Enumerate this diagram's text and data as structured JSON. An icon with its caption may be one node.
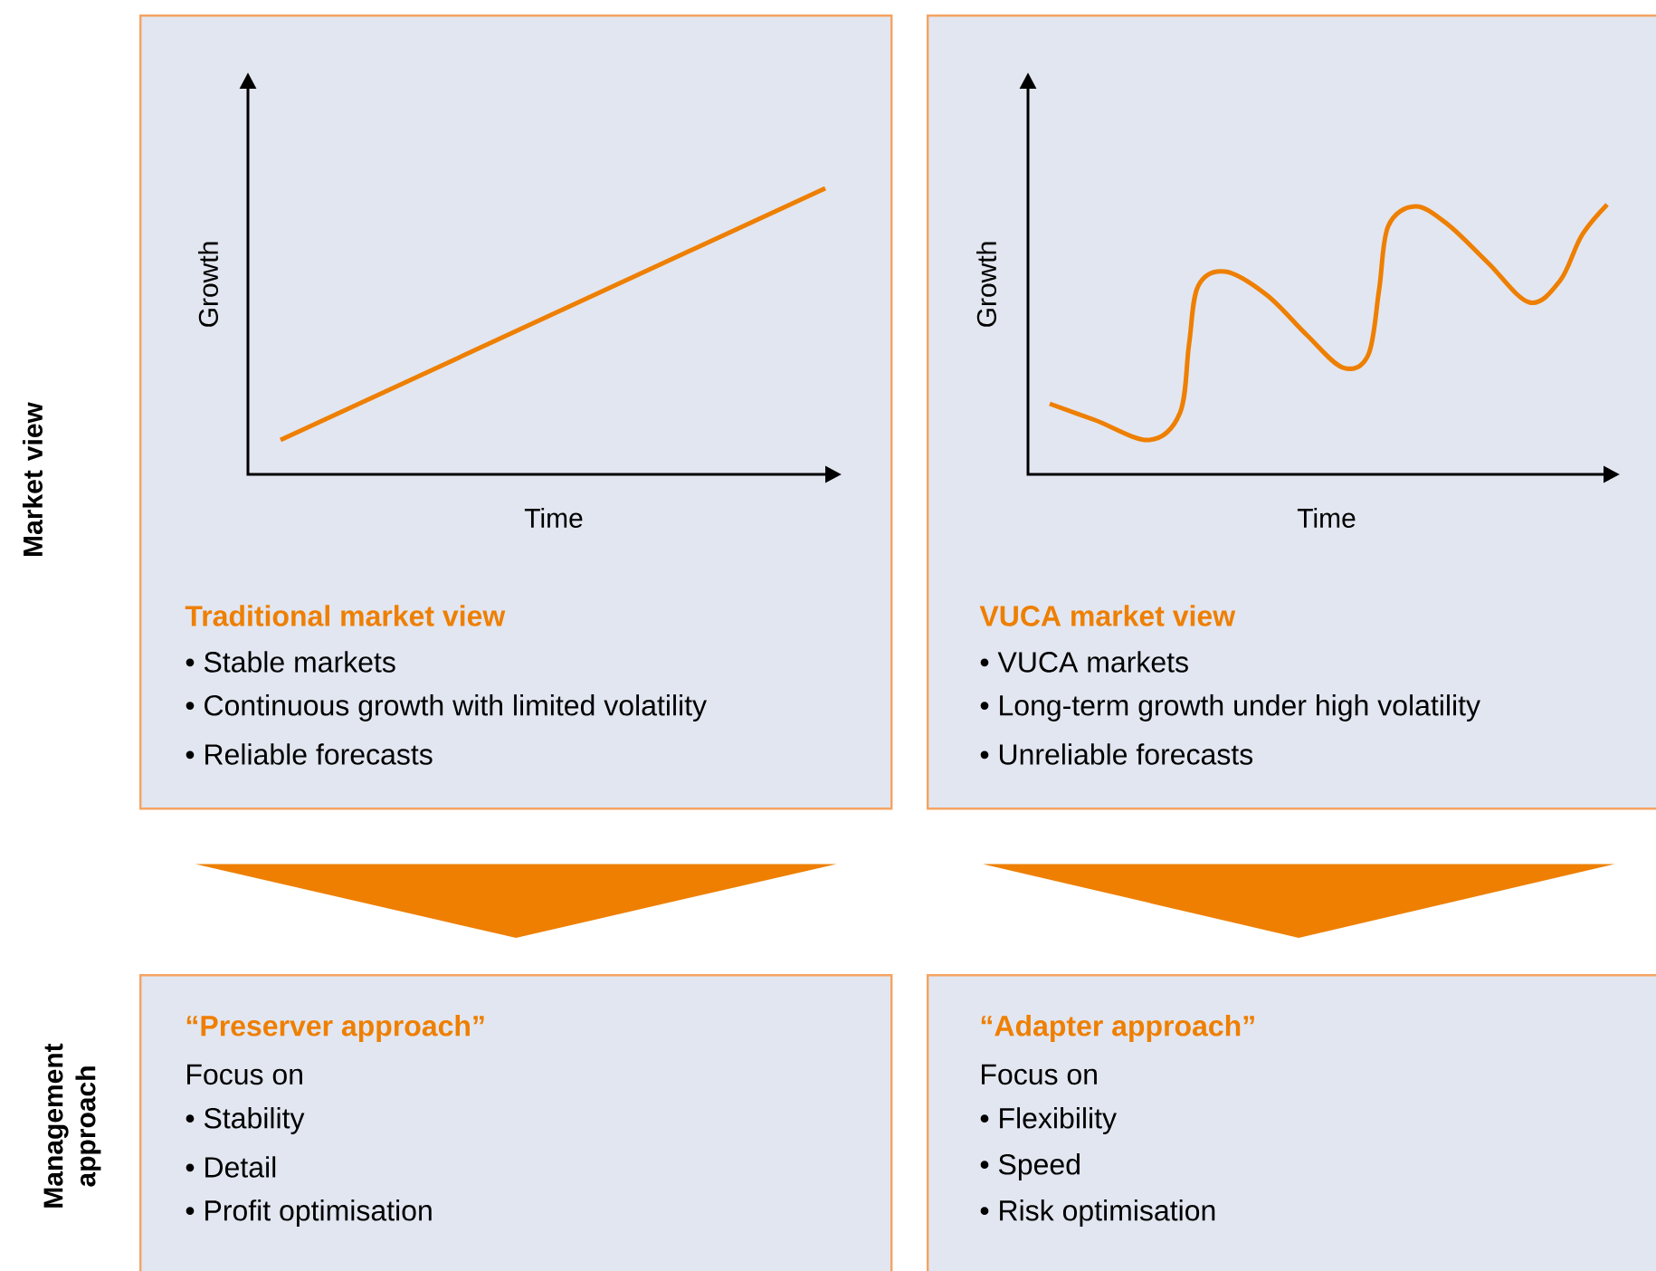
{
  "diagram": {
    "nodes": [
      {
        "text": [
          "Traditional market view",
          "• Stable markets",
          "• Continuous growth with limited volatility",
          "• Reliable forecasts"
        ]
      },
      {
        "text": [
          "VUCA market view",
          "• VUCA markets",
          "• Long-term growth under high volatility",
          "• Unreliable forecasts"
        ]
      },
      {
        "text": [
          "“Preserver approach”",
          "Focus on",
          "• Stability",
          "• Detail",
          "• Profit optimisation"
        ]
      },
      {
        "text": [
          "“Adapter approach”",
          "Focus on",
          "• Flexibility",
          "• Speed",
          "• Risk optimisation"
        ]
      }
    ],
    "edges": [
      {
        "from": 0,
        "to": 2,
        "arrow": "to"
      },
      {
        "from": 1,
        "to": 3,
        "arrow": "to"
      }
    ],
    "labels": [
      "Market view",
      "Growth",
      "Time",
      "Growth",
      "Time",
      "Management approach"
    ]
  }
}
